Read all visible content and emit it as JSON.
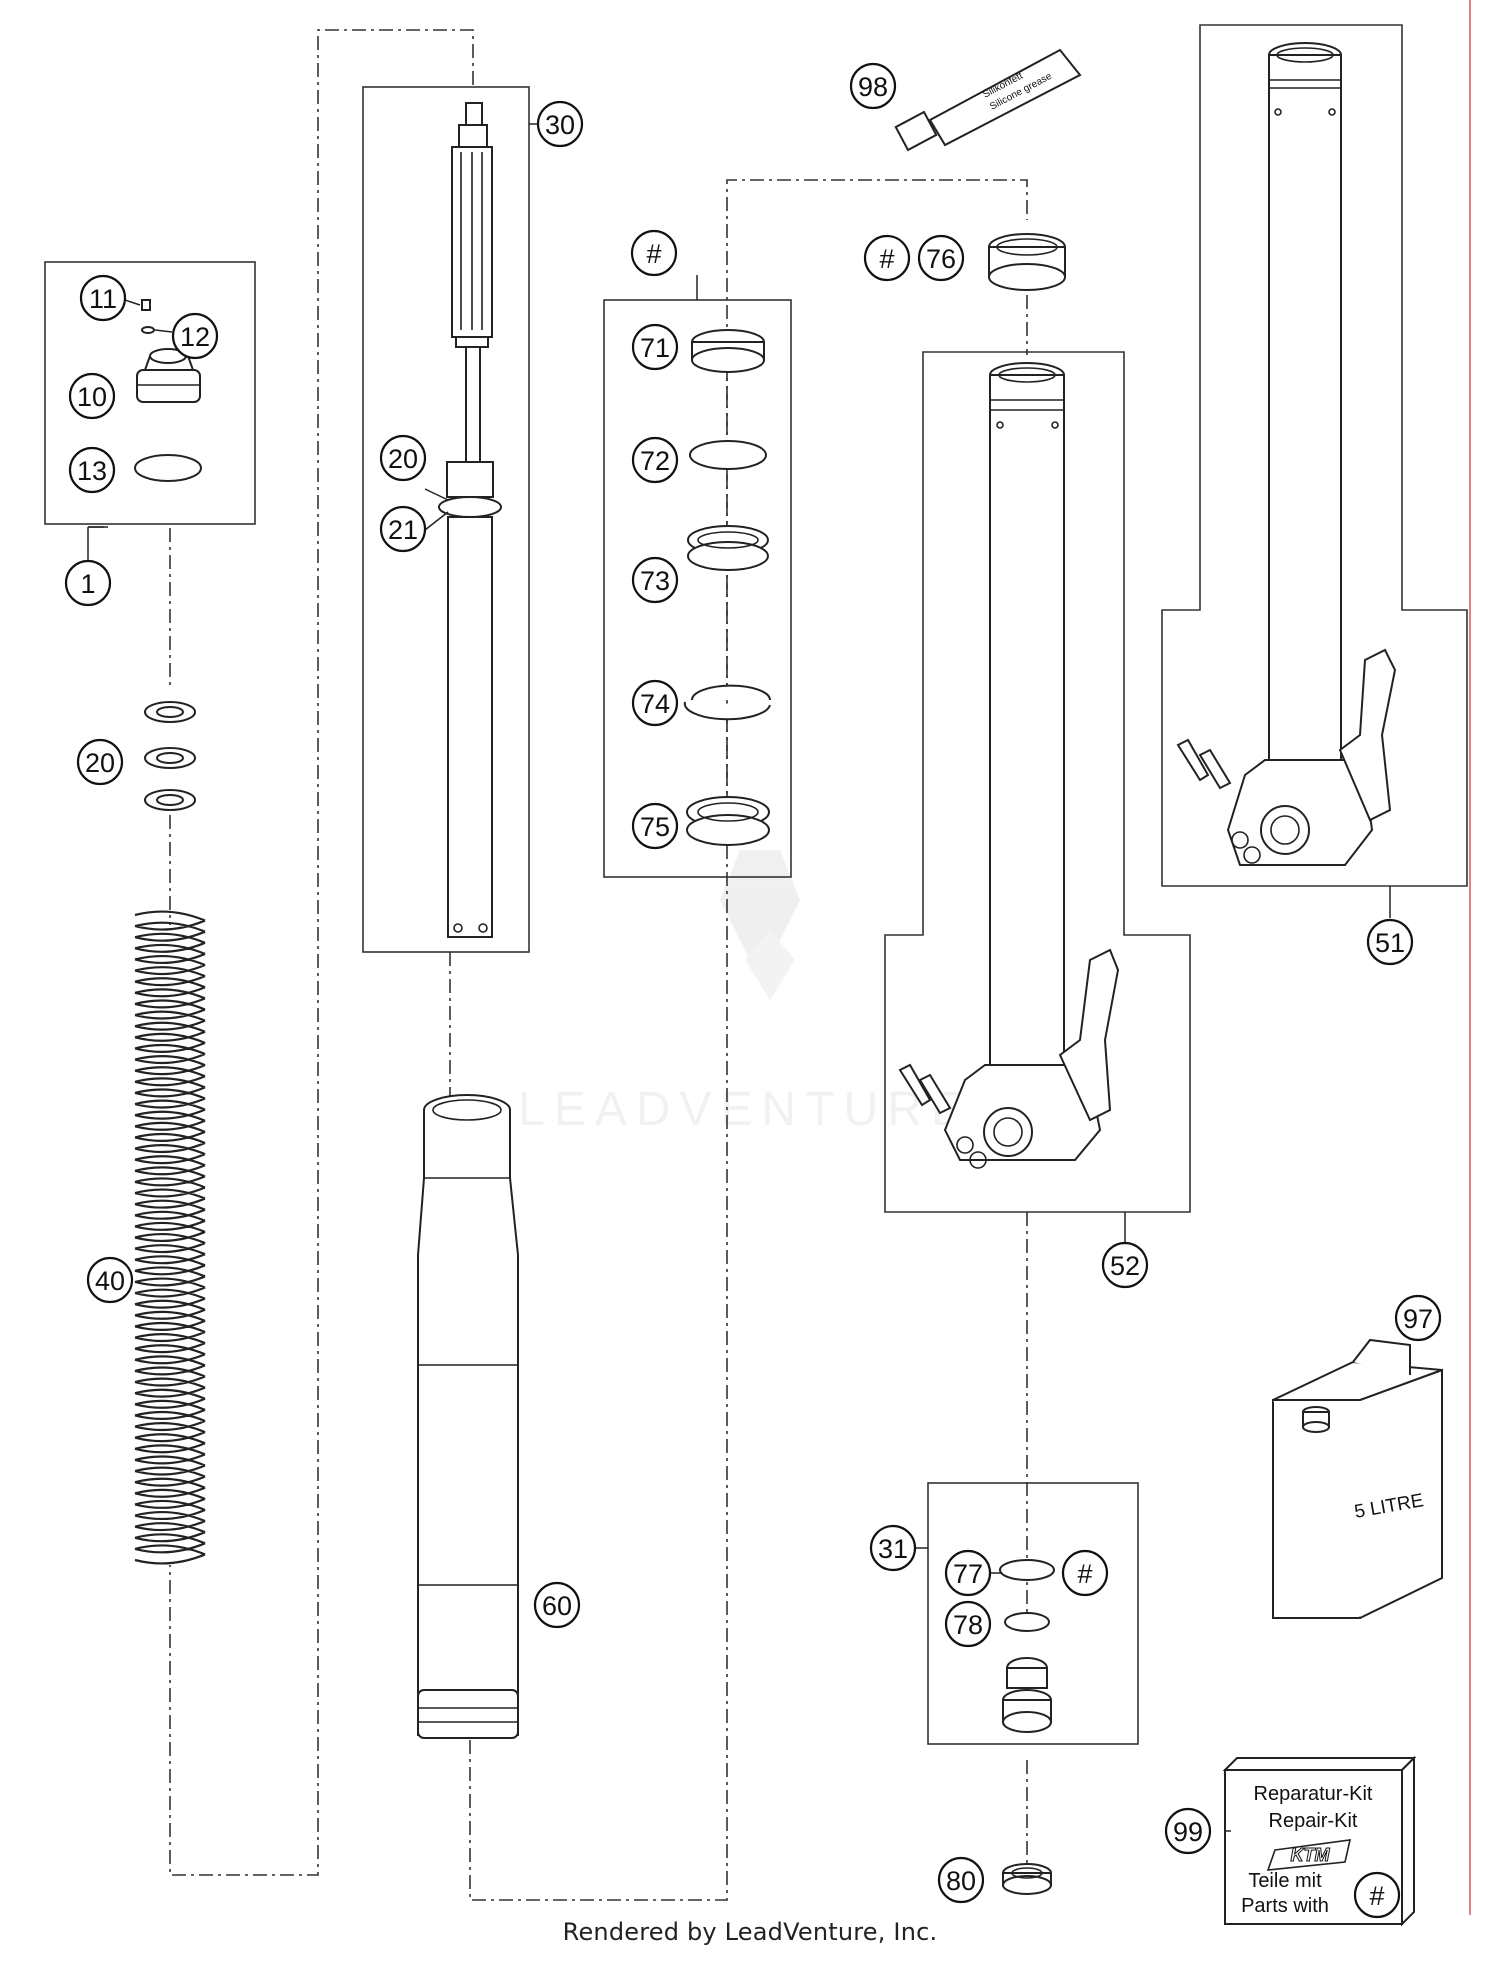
{
  "parts": {
    "p1": "1",
    "p10": "10",
    "p11": "11",
    "p12": "12",
    "p13": "13",
    "p20a": "20",
    "p20b": "20",
    "p21": "21",
    "p30": "30",
    "p31": "31",
    "p40": "40",
    "p51": "51",
    "p52": "52",
    "p60": "60",
    "p71": "71",
    "p72": "72",
    "p73": "73",
    "p74": "74",
    "p75": "75",
    "p76": "76",
    "p77": "77",
    "p78": "78",
    "p80": "80",
    "p97": "97",
    "p98": "98",
    "p99": "99",
    "hash_rings": "#",
    "hash_76": "#",
    "hash_77": "#",
    "hash_kit": "#"
  },
  "tube": {
    "line1": "Silikonfett",
    "line2": "Silicone grease"
  },
  "can": {
    "label": "5 LITRE"
  },
  "kit": {
    "line1": "Reparatur-Kit",
    "line2": "Repair-Kit",
    "logo": "KTM",
    "line3": "Teile mit",
    "line4": "Parts with"
  },
  "watermark": "LEADVENTURE",
  "footer": "Rendered by LeadVenture, Inc."
}
